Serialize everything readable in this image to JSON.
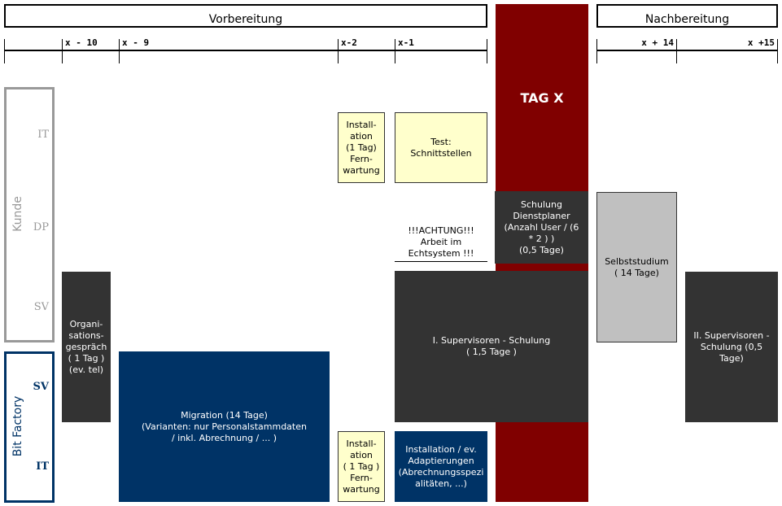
{
  "phases": {
    "prep": "Vorbereitung",
    "post": "Nachbereitung"
  },
  "timeline": [
    "x - 10",
    "x - 9",
    "x-2",
    "x-1",
    "x + 14",
    "x +15"
  ],
  "tag_x": "TAG X",
  "groups": {
    "kunde": {
      "label": "Kunde",
      "rows": [
        "IT",
        "DP",
        "SV"
      ]
    },
    "bitfactory": {
      "label": "Bit Factory",
      "rows": [
        "SV",
        "IT"
      ]
    }
  },
  "tasks": {
    "org": "Organi-\nsations-\ngespräch\n( 1 Tag )\n(ev. tel)",
    "migration": "Migration (14 Tage)\n(Varianten: nur Personalstammdaten\n/ inkl. Abrechnung / ... )",
    "install_kunde": "Install-\nation\n(1 Tag)\nFern-\nwartung",
    "test": "Test:\nSchnittstellen",
    "schulung_dp": "Schulung\nDienstplaner\n(Anzahl User /  (6\n* 2 ) )\n(0,5 Tage)",
    "achtung": "!!!ACHTUNG!!!\nArbeit im\nEchtsystem !!!",
    "sv1": "I. Supervisoren - Schulung\n( 1,5 Tage )",
    "selbst": "Selbststudium\n( 14 Tage)",
    "sv2": "II. Supervisoren -\nSchulung (0,5\nTage)",
    "install_bf": "Install-\nation\n( 1 Tag )\nFern-\nwartung",
    "install_adapt": "Installation / ev.\nAdaptierungen\n(Abrechnungsspezi\nalitäten, ...)"
  },
  "colors": {
    "tag": "#800000",
    "dark": "#333333",
    "navy": "#003366",
    "yellow": "#ffffcc",
    "gray": "#c0c0c0"
  }
}
